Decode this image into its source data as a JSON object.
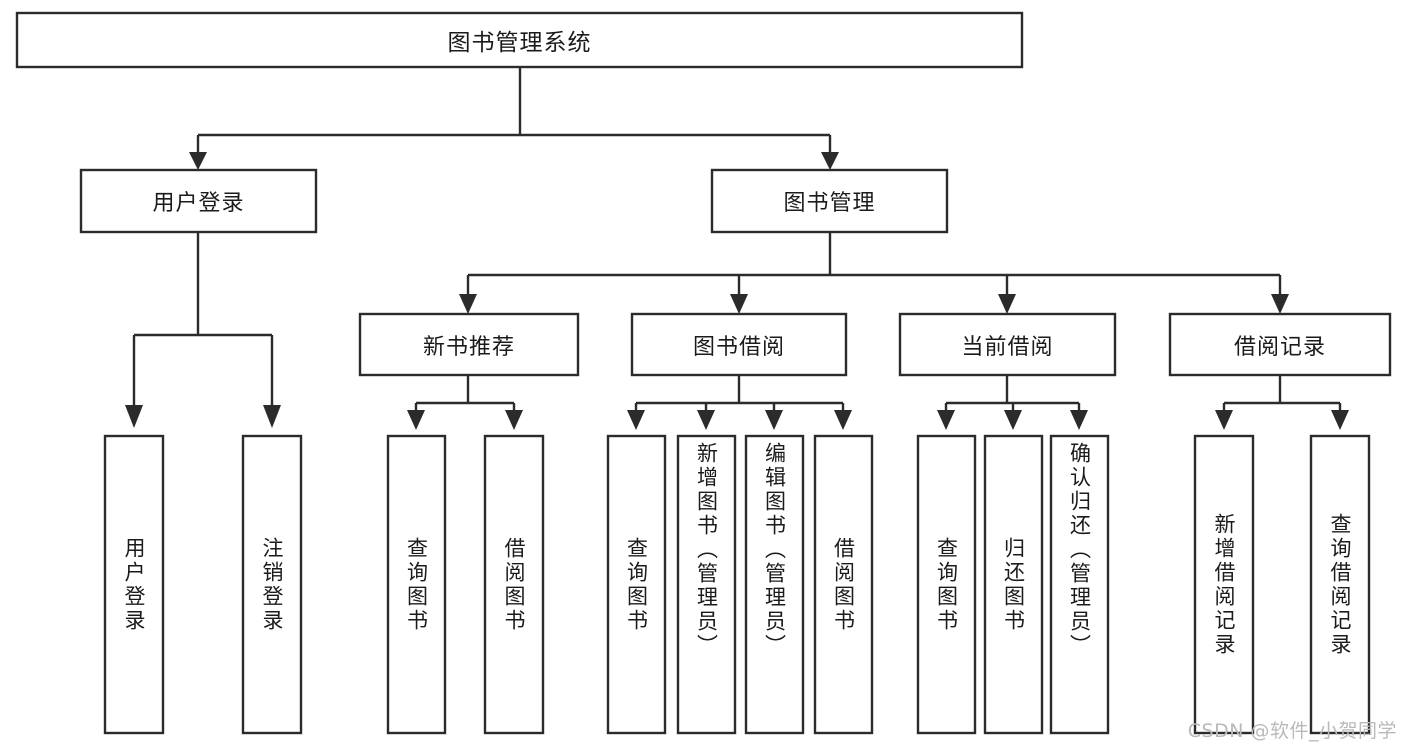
{
  "diagram": {
    "title": "图书管理系统",
    "type": "tree",
    "orientation": "top-down",
    "colors": {
      "box_fill": "#ffffff",
      "box_stroke": "#2b2b2b",
      "text": "#1b1b1b",
      "background": "#ffffff",
      "watermark": "#b9b9b9"
    },
    "root": {
      "label": "图书管理系统"
    },
    "level1": [
      {
        "label": "用户登录"
      },
      {
        "label": "图书管理"
      }
    ],
    "level2": [
      {
        "label": "新书推荐"
      },
      {
        "label": "图书借阅"
      },
      {
        "label": "当前借阅"
      },
      {
        "label": "借阅记录"
      }
    ],
    "leaves": {
      "user_login": [
        {
          "label": "用户登录"
        },
        {
          "label": "注销登录"
        }
      ],
      "new_book_recommend": [
        {
          "label": "查询图书"
        },
        {
          "label": "借阅图书"
        }
      ],
      "book_borrow": [
        {
          "label": "查询图书"
        },
        {
          "label": "新增图书（管理员）"
        },
        {
          "label": "编辑图书（管理员）"
        },
        {
          "label": "借阅图书"
        }
      ],
      "current_borrow": [
        {
          "label": "查询图书"
        },
        {
          "label": "归还图书"
        },
        {
          "label": "确认归还（管理员）"
        }
      ],
      "borrow_record": [
        {
          "label": "新增借阅记录"
        },
        {
          "label": "查询借阅记录"
        }
      ]
    }
  },
  "watermark": {
    "text": "CSDN @软件_小贺同学"
  }
}
